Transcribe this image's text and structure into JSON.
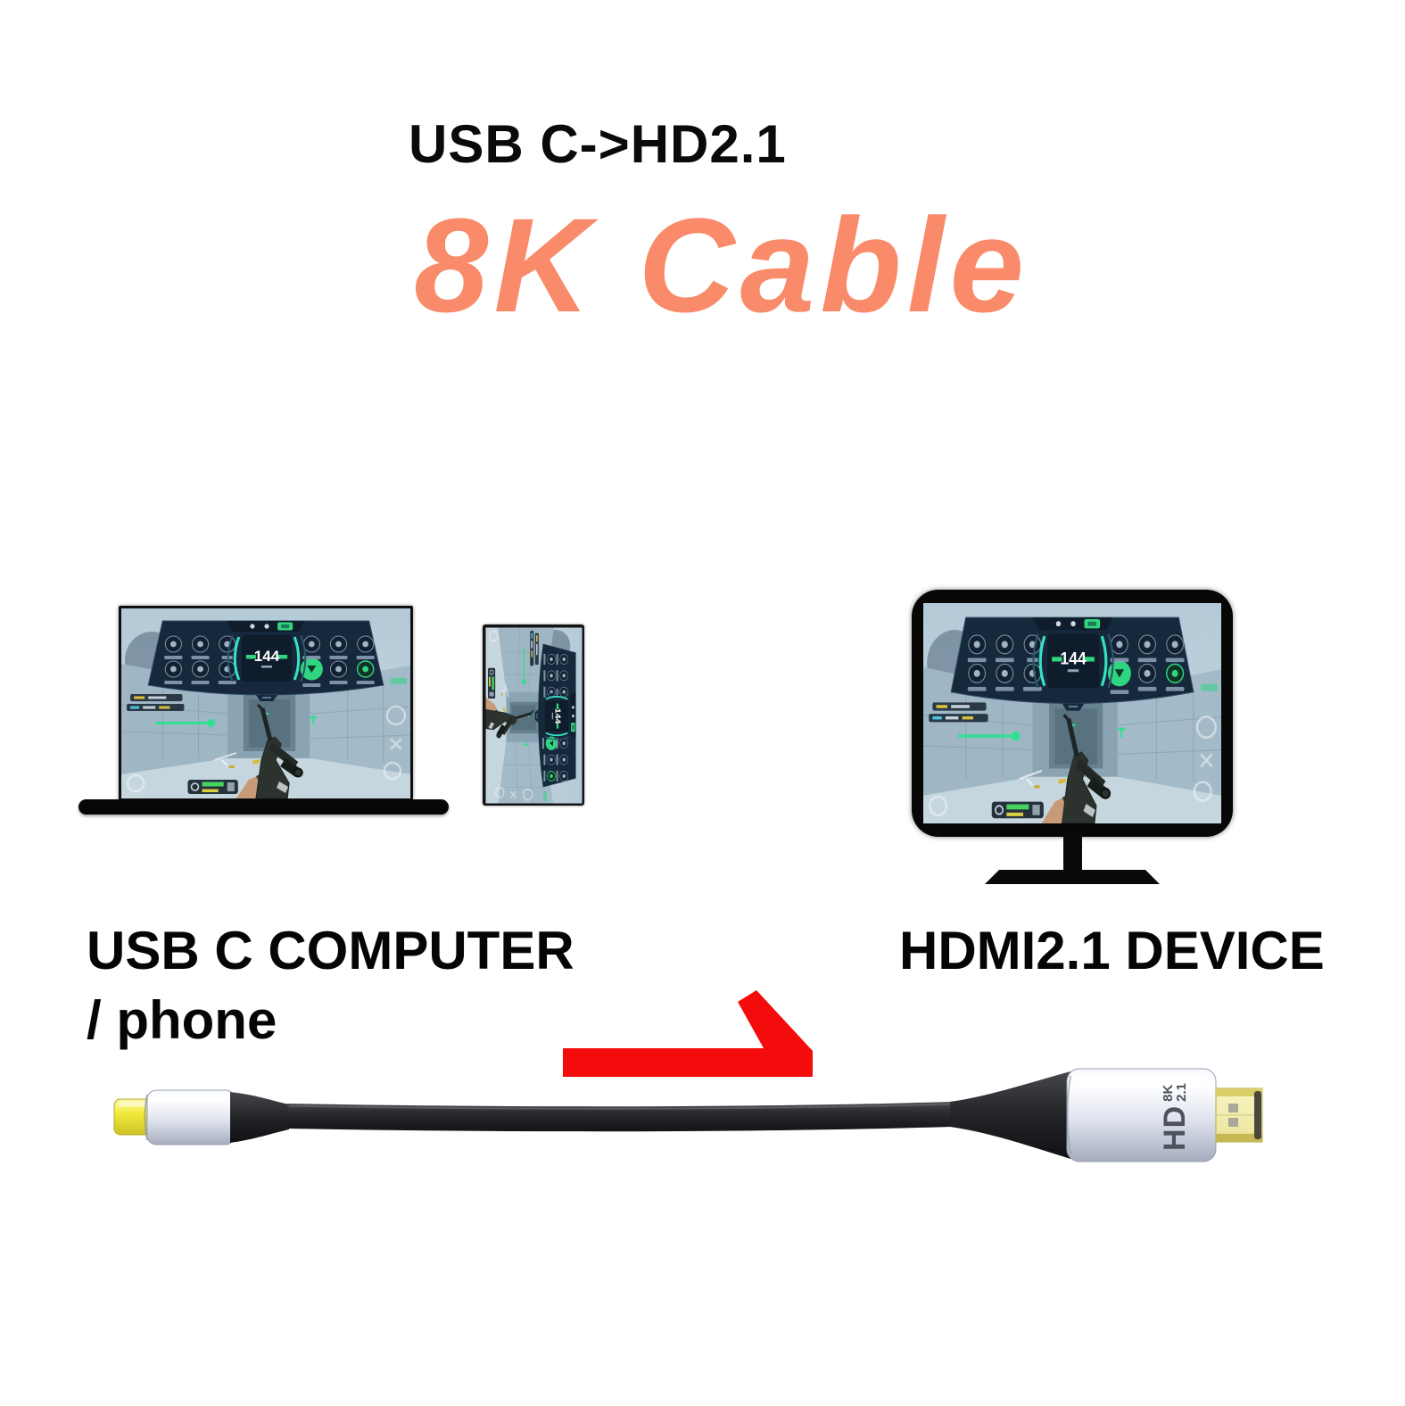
{
  "page": {
    "background": "#FFFFFF"
  },
  "header": {
    "subtitle": "USB C->HD2.1",
    "title": "8K Cable",
    "title_color": "#F98B6B"
  },
  "source_device": {
    "label_line1": "USB C COMPUTER",
    "label_line2": "/ phone"
  },
  "target_device": {
    "label": "HDMI2.1 DEVICE"
  },
  "cable": {
    "hdmi_marking_main": "HD",
    "hdmi_marking_sup": "8K",
    "hdmi_marking_sub": "2.1",
    "usb_c_plug_color": "#F2E93A",
    "hdmi_plug_color": "#F3EFAE"
  },
  "game_screen": {
    "fps_value": "144",
    "hud_green": "#2FD57F",
    "hud_teal": "#35E3C2"
  },
  "arrow": {
    "color": "#F40B0B"
  }
}
